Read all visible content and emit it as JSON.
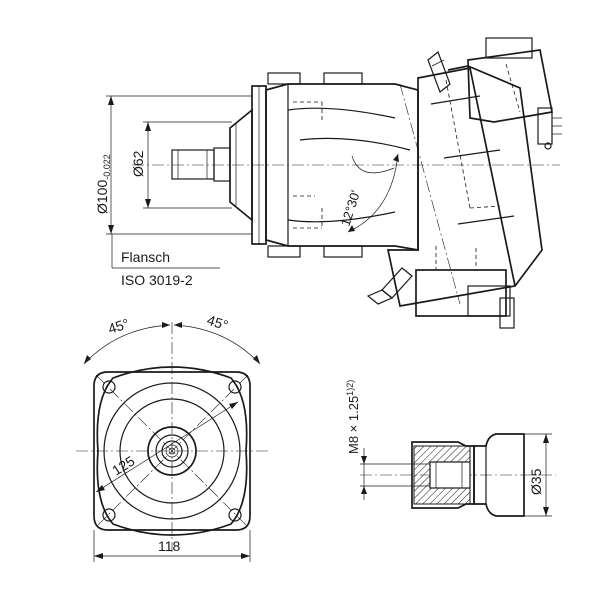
{
  "side_view": {
    "flange_diameter_main": "Ø100",
    "flange_diameter_tolerance": "-0.022",
    "pilot_diameter": "Ø62",
    "tilt_angle": "12°30'",
    "flange_label": "Flansch",
    "flange_standard": "ISO 3019-2"
  },
  "front_view": {
    "angle_left": "45°",
    "angle_right": "45°",
    "bolt_circle": "125",
    "width": "118"
  },
  "shaft_detail": {
    "thread_main": "M8 × 1.25",
    "thread_note": "1)2)",
    "diameter": "Ø35"
  }
}
